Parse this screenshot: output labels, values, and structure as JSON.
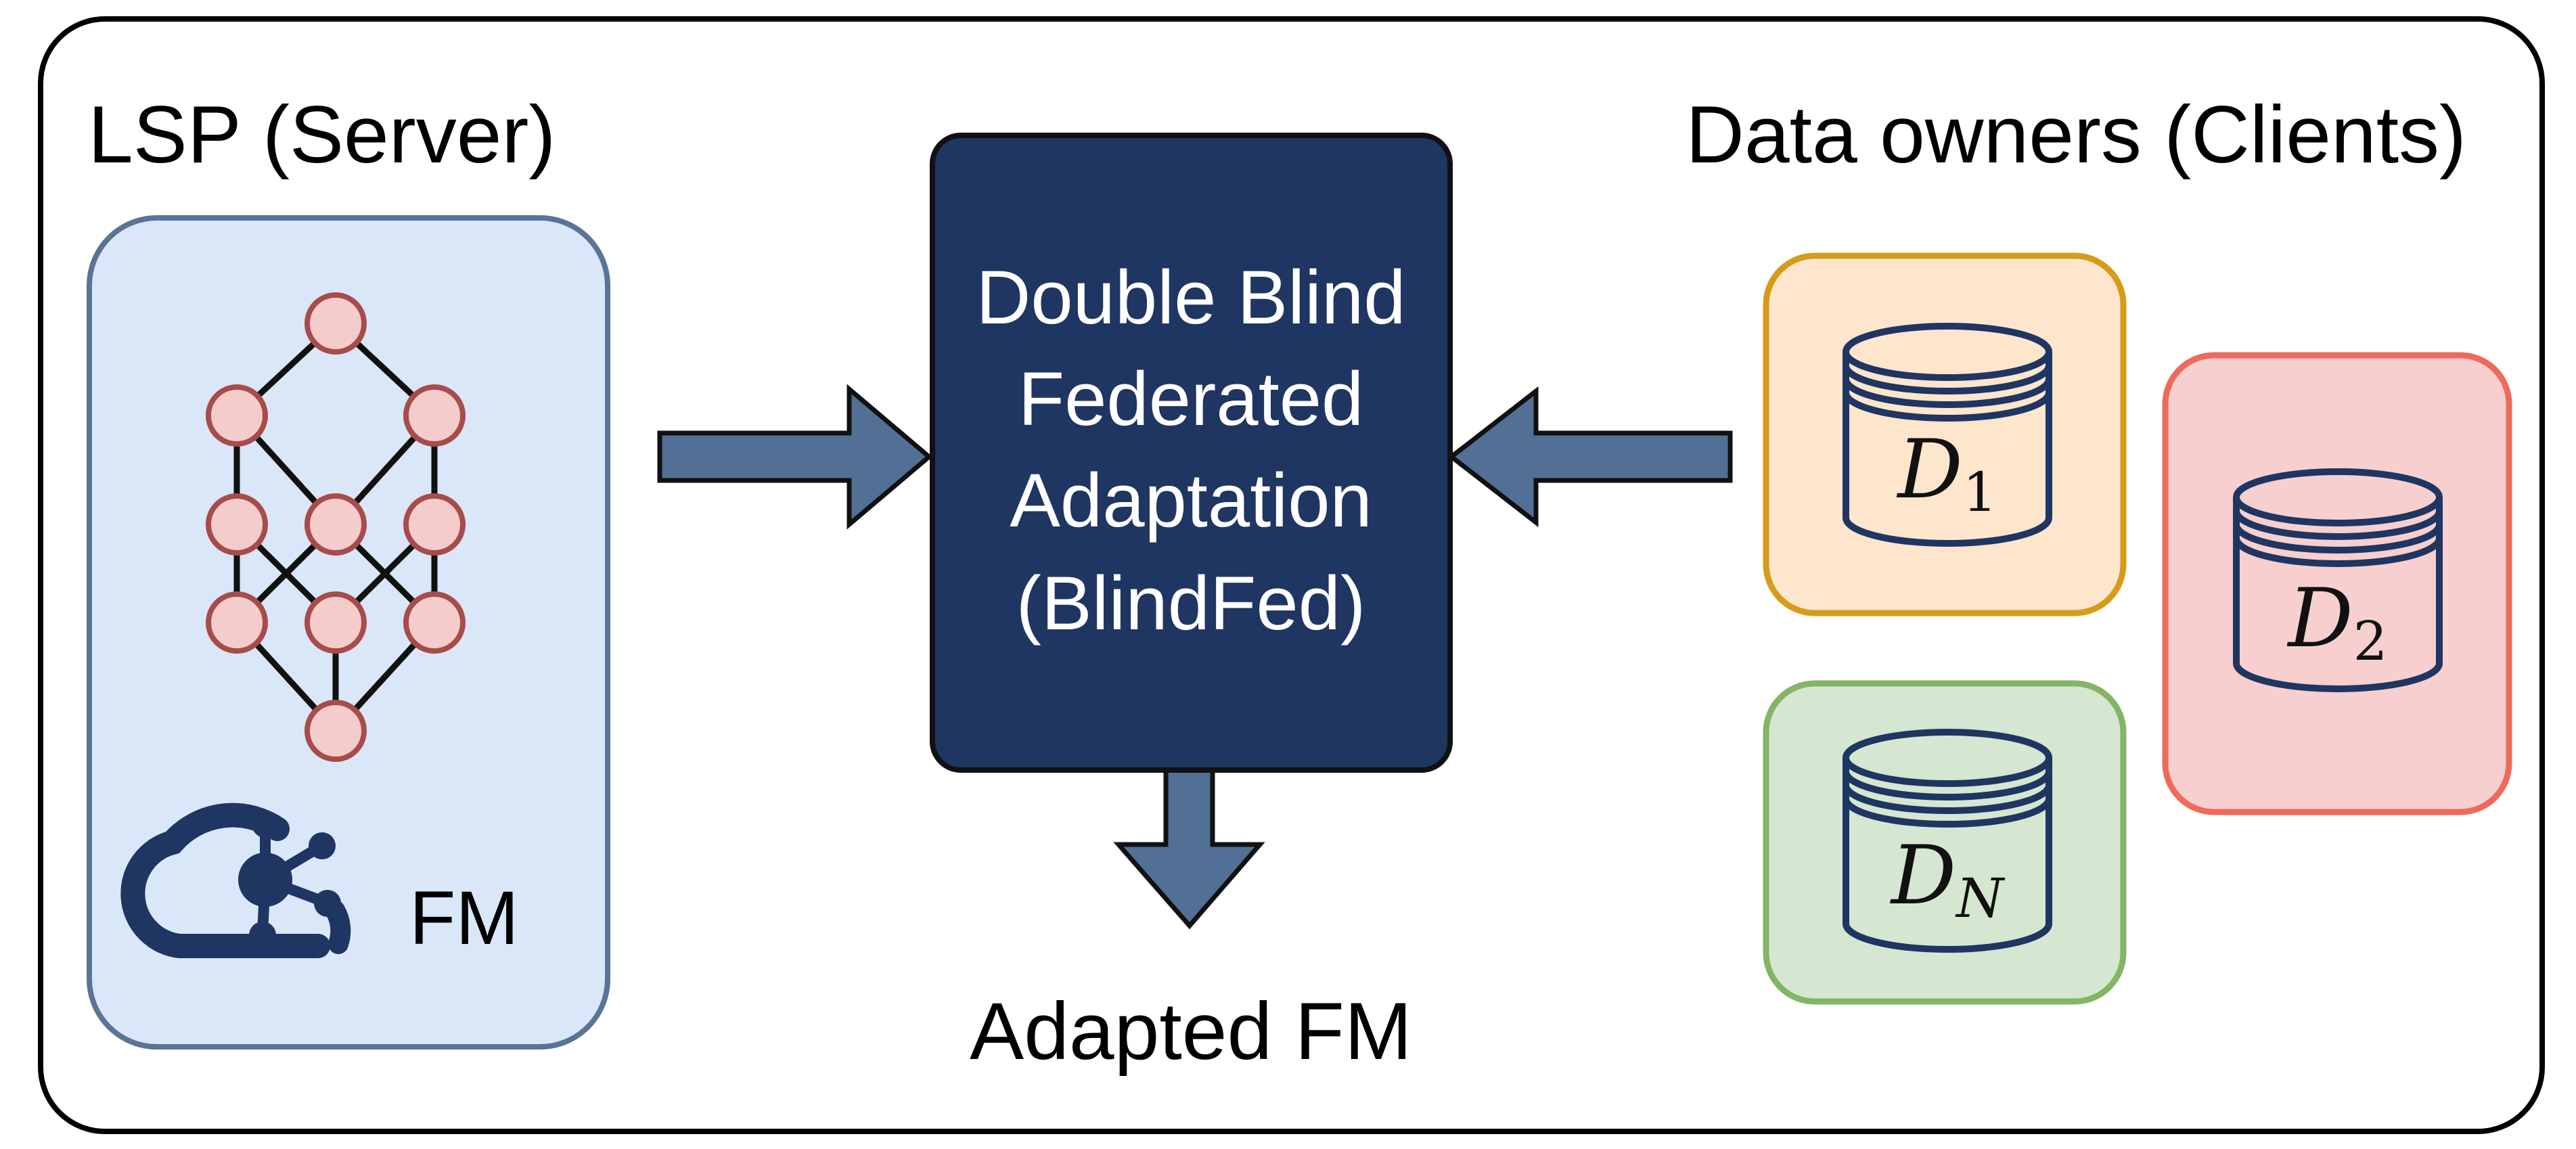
{
  "server": {
    "title": "LSP (Server)",
    "model_label": "FM",
    "icon": "cloud-network-icon"
  },
  "process": {
    "lines": [
      "Double Blind",
      "Federated",
      "Adaptation",
      "(BlindFed)"
    ],
    "output_label": "Adapted FM"
  },
  "clients": {
    "title": "Data owners (Clients)",
    "items": [
      {
        "name": "D",
        "subscript": "1",
        "fill": "#fde6cc",
        "stroke": "#d79b1a"
      },
      {
        "name": "D",
        "subscript": "2",
        "fill": "#f7cfce",
        "stroke": "#ee6a5a"
      },
      {
        "name": "D",
        "subscript": "N",
        "fill": "#d5e7d0",
        "stroke": "#84b466"
      }
    ]
  },
  "colors": {
    "frame": "#000000",
    "server_fill": "#d9e7f8",
    "server_stroke": "#5a7497",
    "process_fill": "#1f3562",
    "arrow_fill": "#526f96",
    "node_fill": "#f4cccc",
    "node_stroke": "#a74b4b",
    "icon": "#1f3562"
  }
}
